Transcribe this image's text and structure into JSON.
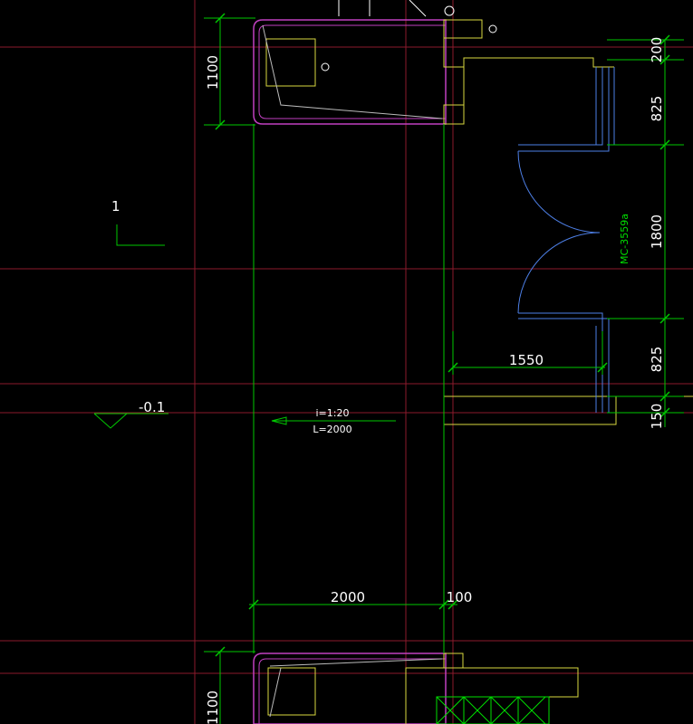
{
  "drawing": {
    "colors": {
      "background": "#000000",
      "axis": "#8c1a2c",
      "dimension": "#00c800",
      "wall": "#d8d840",
      "column_outline": "#c040c0",
      "door": "#4d7fe6",
      "text": "#ffffff",
      "hatch": "#00e000"
    },
    "dimensions": {
      "left_top": "1100",
      "left_bottom": "1100",
      "right_top": "200",
      "right_825_a": "825",
      "right_1800": "1800",
      "right_825_b": "825",
      "right_150": "150",
      "door_width": "1550",
      "ramp_width": "2000",
      "wall_offset": "100"
    },
    "door_tag": "MC-3559a",
    "view_marker": "1",
    "elevation": "-0.1",
    "ramp": {
      "slope": "i=1:20",
      "length": "L=2000"
    }
  }
}
